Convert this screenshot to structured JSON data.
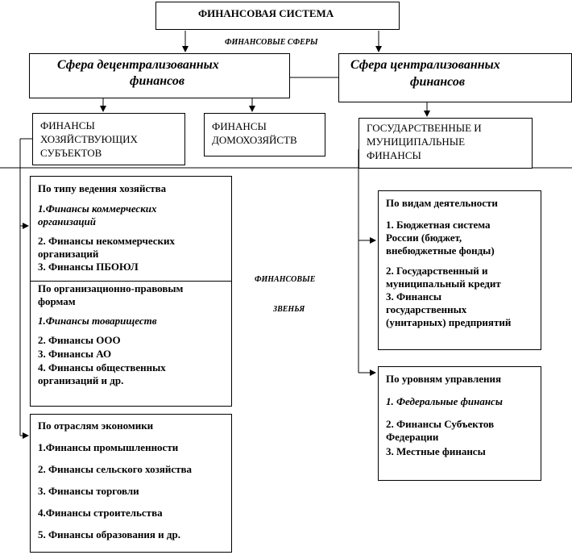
{
  "top": {
    "title": "ФИНАНСОВАЯ  СИСТЕМА",
    "spheres_label": "ФИНАНСОВЫЕ  СФЕРЫ"
  },
  "spheres": {
    "decentralized": [
      "Сфера децентрализованных",
      "финансов"
    ],
    "centralized": [
      "Сфера централизованных",
      "финансов"
    ]
  },
  "level2": {
    "business": [
      "ФИНАНСЫ",
      "ХОЗЯЙСТВУЮЩИХ",
      "СУБЪЕКТОВ"
    ],
    "households": [
      "ФИНАНСЫ",
      "ДОМОХОЗЯЙСТВ"
    ],
    "state": [
      "ГОСУДАРСТВЕННЫЕ  И",
      "МУНИЦИПАЛЬНЫЕ",
      "ФИНАНСЫ"
    ]
  },
  "links_label": [
    "ФИНАНСОВЫЕ",
    "ЗВЕНЬЯ"
  ],
  "left_boxes": {
    "by_type": {
      "title": "По типу ведения хозяйства",
      "items": [
        "1.Финансы  коммерческих",
        "организаций",
        "2. Финансы некоммерческих",
        "организаций",
        "3. Финансы ПБОЮЛ"
      ]
    },
    "by_legal_form": {
      "title": [
        "По организационно-правовым",
        "формам"
      ],
      "items": [
        "1.Финансы товариществ",
        "2. Финансы ООО",
        "3. Финансы АО",
        "4. Финансы общественных",
        "организаций и др."
      ]
    },
    "by_industry": {
      "title": "По отраслям экономики",
      "items": [
        "1.Финансы промышленности",
        "2. Финансы сельского хозяйства",
        "3. Финансы торговли",
        "4.Финансы строительства",
        "5. Финансы образования  и др."
      ]
    }
  },
  "right_boxes": {
    "by_activity": {
      "title": "По видам деятельности",
      "items": [
        "1. Бюджетная система",
        "России (бюджет,",
        "внебюджетные фонды)",
        "2. Государственный и",
        "муниципальный кредит",
        "3. Финансы",
        "государственных",
        "(унитарных) предприятий"
      ]
    },
    "by_level": {
      "title": "По уровням управления",
      "items": [
        "1. Федеральные финансы",
        "2. Финансы Субъектов",
        "Федерации",
        "3. Местные финансы"
      ]
    }
  }
}
